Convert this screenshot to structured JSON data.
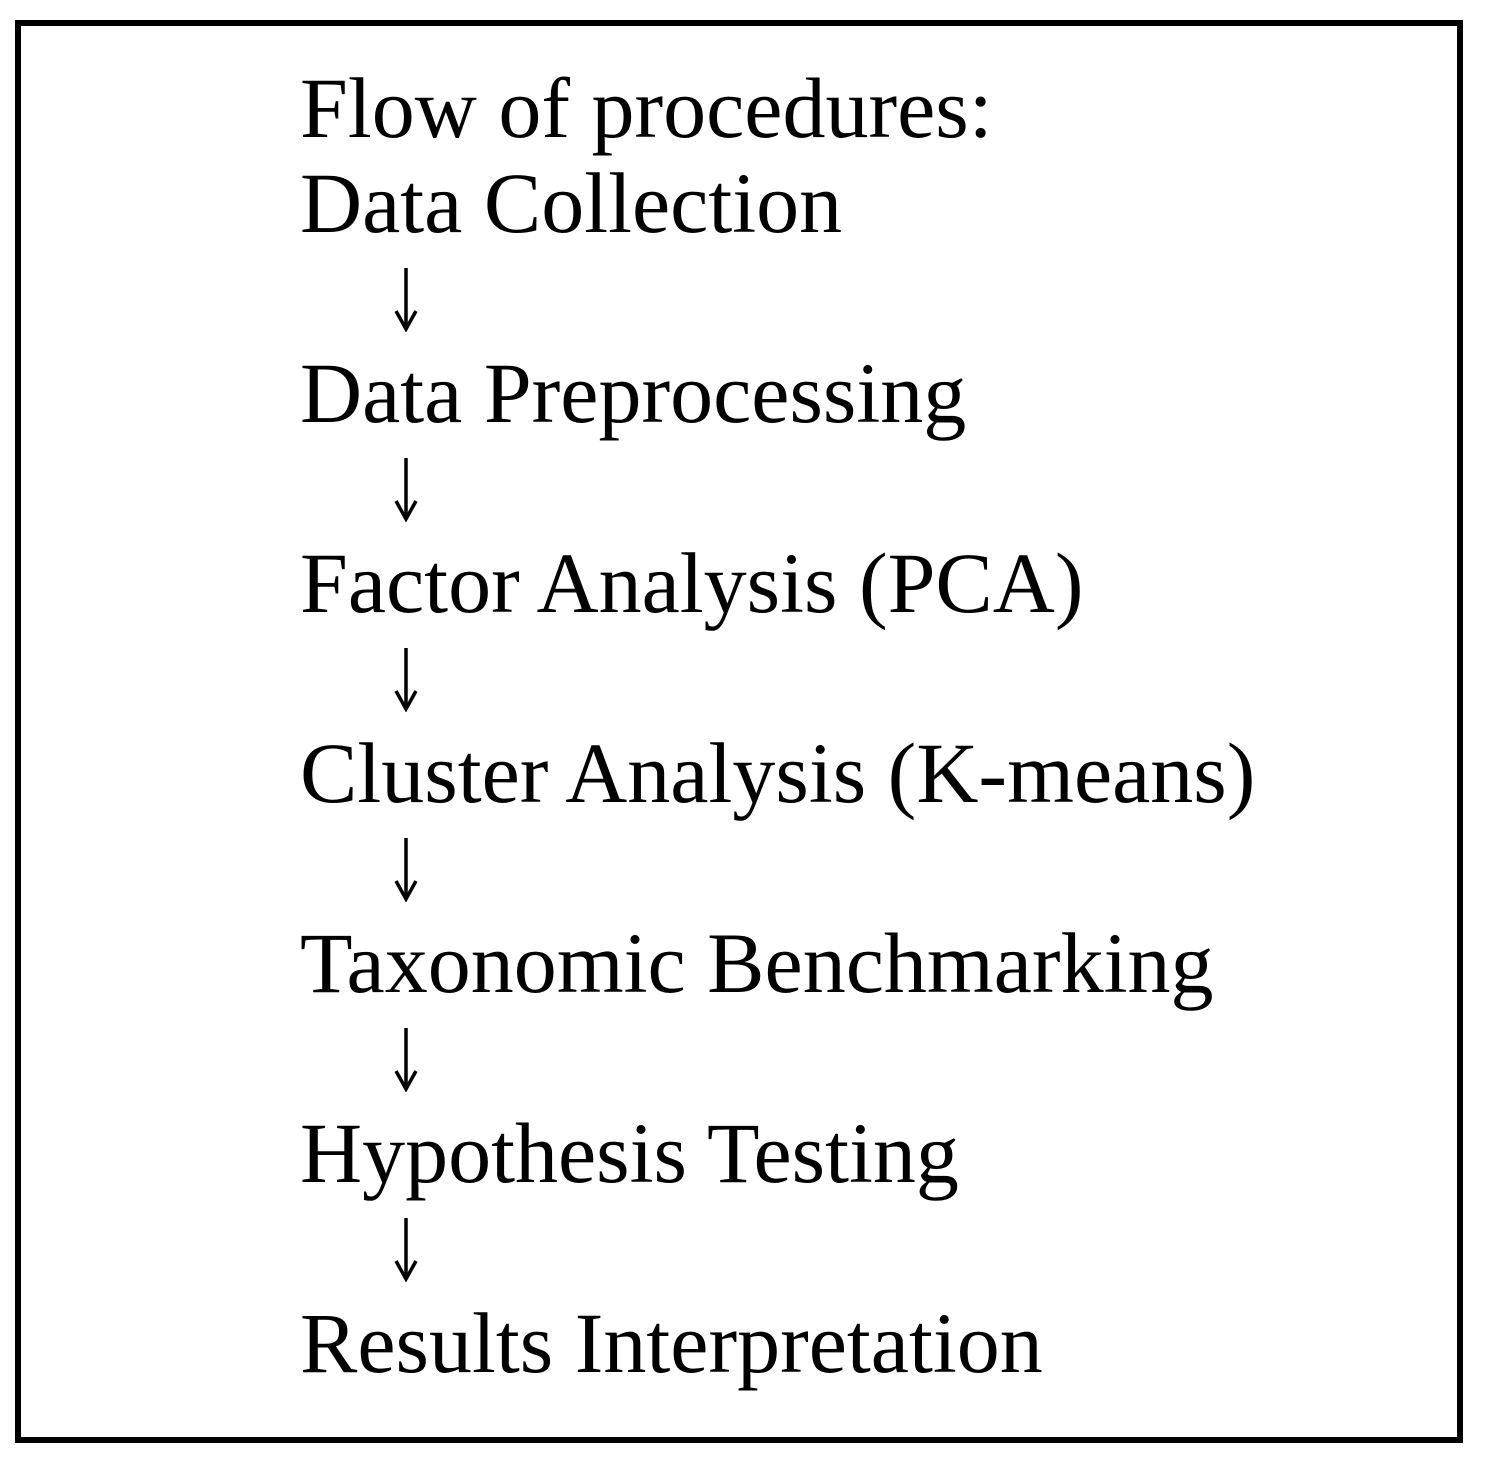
{
  "page": {
    "background_color": "#ffffff",
    "border_color": "#000000",
    "text_color": "#000000"
  },
  "diagram": {
    "title": "Flow of procedures:",
    "steps": [
      "Data Collection",
      "Data Preprocessing",
      "Factor Analysis (PCA)",
      "Cluster Analysis (K-means)",
      "Taxonomic Benchmarking",
      "Hypothesis Testing",
      "Results Interpretation"
    ],
    "connector": {
      "icon": "down-arrow",
      "glyph": "↓"
    }
  }
}
